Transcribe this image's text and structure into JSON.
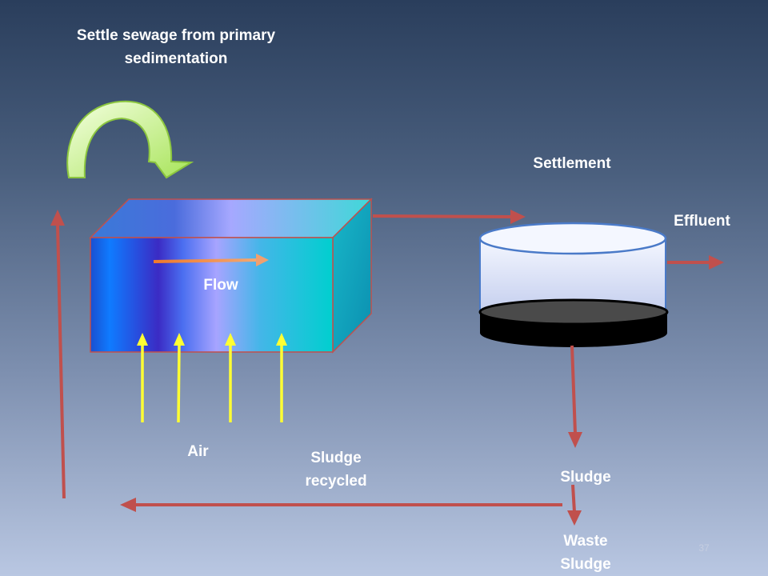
{
  "labels": {
    "title_line1": "Settle sewage from primary",
    "title_line2": "sedimentation",
    "settlement": "Settlement",
    "effluent": "Effluent",
    "flow": "Flow",
    "air": "Air",
    "sludge_recycled_line1": "Sludge",
    "sludge_recycled_line2": "recycled",
    "sludge": "Sludge",
    "waste_sludge_line1": "Waste",
    "waste_sludge_line2": "Sludge"
  },
  "page_number": "37",
  "colors": {
    "process_arrow": "#c0504d",
    "air_arrow": "#ffff33",
    "inflow_arrow": "#c6f07a",
    "flow_arrow": "#f0883e",
    "sludge_layer": "#000000"
  }
}
